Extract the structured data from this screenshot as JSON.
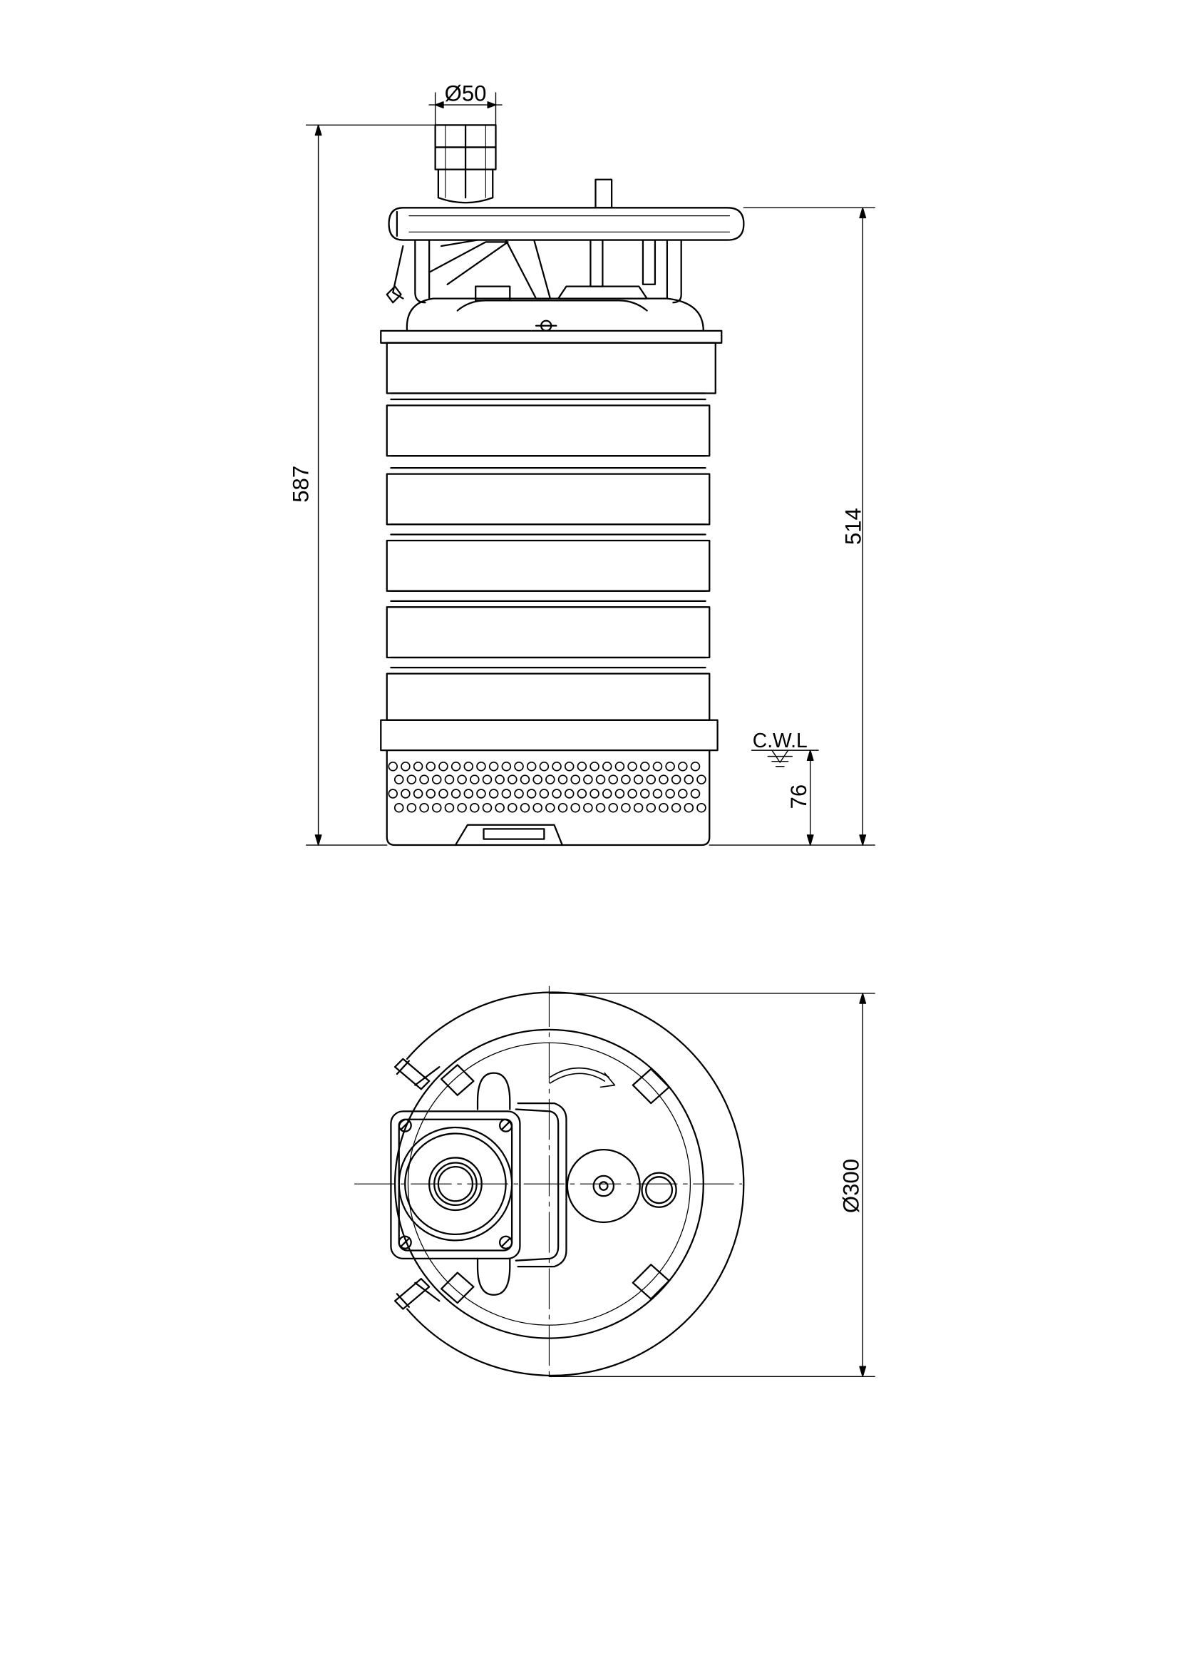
{
  "drawing": {
    "side_view": {
      "outlet_diameter_label": "Ø50",
      "overall_height_label": "587",
      "handle_height_label": "514",
      "cwl_height_label": "76",
      "cwl_label": "C.W.L"
    },
    "top_view": {
      "diameter_label": "Ø300"
    }
  },
  "colors": {
    "line": "#000000",
    "background": "#ffffff"
  }
}
